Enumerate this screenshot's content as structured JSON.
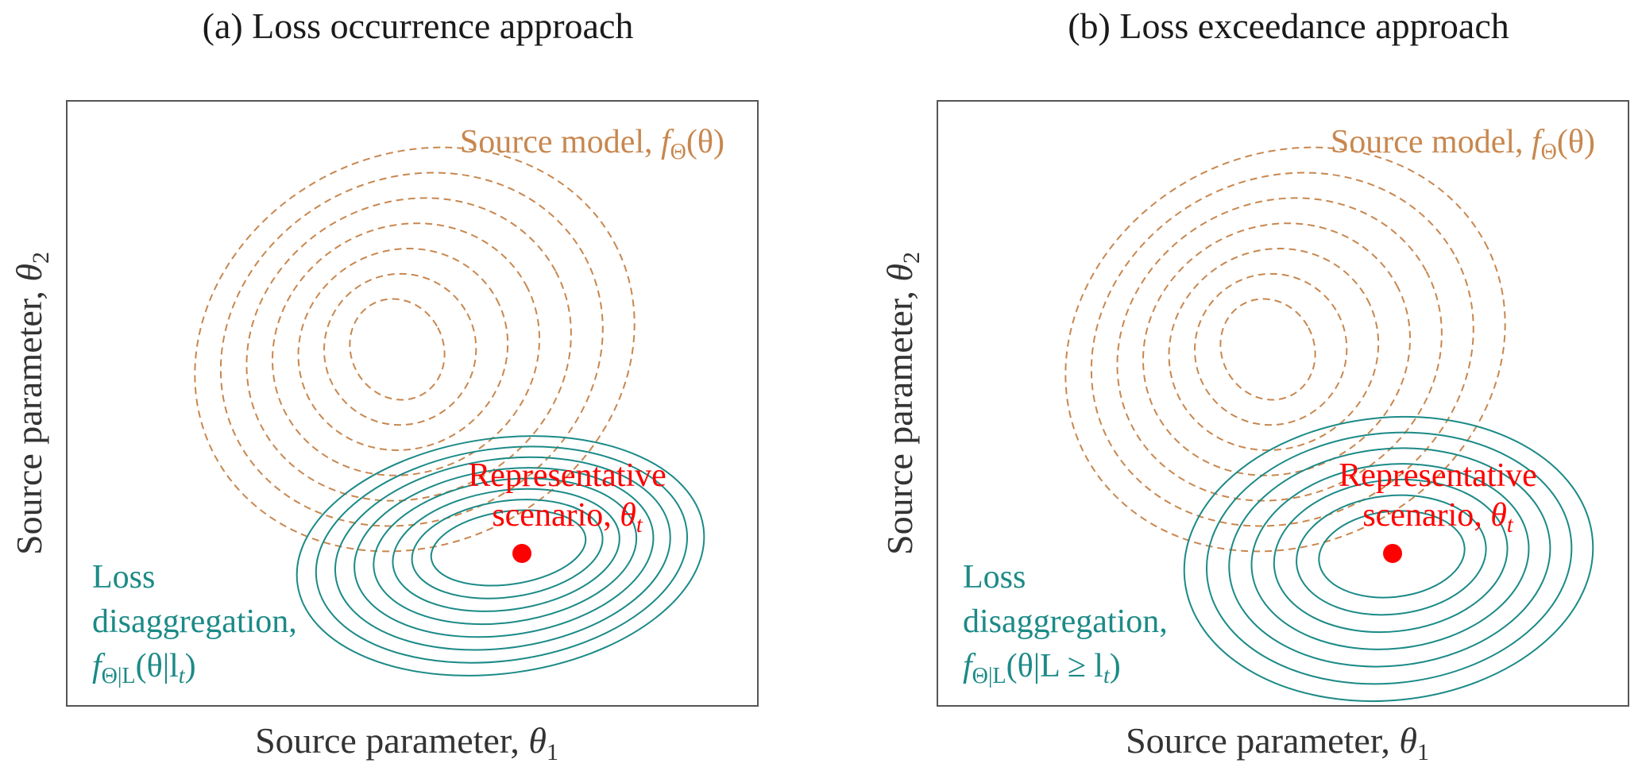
{
  "colors": {
    "source_model": "#c8874f",
    "loss_disaggregation": "#1b8a87",
    "representative": "#ff0000",
    "frame": "#555555"
  },
  "panels": [
    {
      "title": "(a) Loss occurrence approach",
      "xlabel": {
        "text": "Source parameter, ",
        "sym": "θ",
        "sub": "1"
      },
      "ylabel": {
        "text": "Source parameter, ",
        "sym": "θ",
        "sub": "2"
      },
      "source_label": {
        "text": "Source model, ",
        "f": "f",
        "sub": "Θ",
        "arg": "(θ)"
      },
      "loss_label": {
        "line1": "Loss",
        "line2": "disaggregation,",
        "f": "f",
        "sub": "Θ|L",
        "arg": "(θ|l",
        "arg_sub": "t",
        "arg_end": ")"
      },
      "rep_label": {
        "line1": "Representative",
        "line2": "scenario, ",
        "sym": "θ",
        "sub": "t"
      }
    },
    {
      "title": "(b) Loss exceedance approach",
      "xlabel": {
        "text": "Source parameter, ",
        "sym": "θ",
        "sub": "1"
      },
      "ylabel": {
        "text": "Source parameter, ",
        "sym": "θ",
        "sub": "2"
      },
      "source_label": {
        "text": "Source model, ",
        "f": "f",
        "sub": "Θ",
        "arg": "(θ)"
      },
      "loss_label": {
        "line1": "Loss",
        "line2": "disaggregation,",
        "f": "f",
        "sub": "Θ|L",
        "arg": "(θ|L ≥ l",
        "arg_sub": "t",
        "arg_end": ")"
      },
      "rep_label": {
        "line1": "Representative",
        "line2": "scenario, ",
        "sym": "θ",
        "sub": "t"
      }
    }
  ],
  "contours": {
    "source_rings": 7,
    "loss_rings_a": 8,
    "loss_rings_b": 7
  }
}
